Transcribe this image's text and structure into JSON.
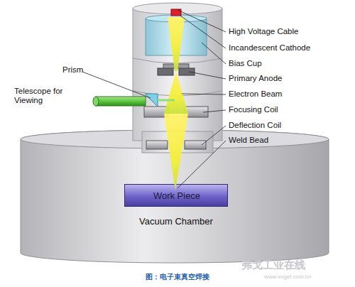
{
  "diagram": {
    "caption": "图：电子束真空焊接",
    "nodes": [
      {
        "text": [
          "Vacuum Chamber"
        ]
      },
      {
        "text": [
          "Work Piece"
        ],
        "in": 0
      }
    ],
    "labels": [
      "High Voltage Cable",
      "Incandescent Cathode",
      "Bias Cup",
      "Primary Anode",
      "Electron Beam",
      "Focusing Coil",
      "Deflection Coil",
      "Weld Bead",
      "Prism",
      "Telescope for Viewing",
      "弗戈工业在线",
      "www.vogel.com.cn"
    ]
  }
}
